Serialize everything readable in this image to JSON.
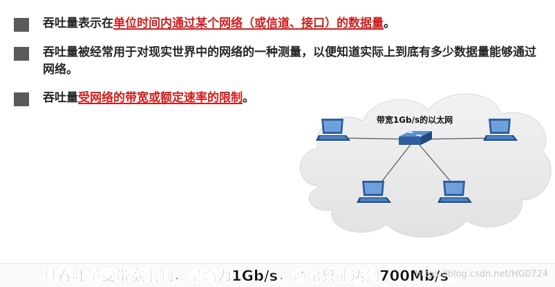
{
  "bullets": [
    {
      "before": "吞吐量表示在",
      "highlight": "单位时间内通过某个网络（或信道、接口）的数据量",
      "after": "。"
    },
    {
      "text": "吞吐量被经常用于对现实世界中的网络的一种测量，以便知道实际上到底有多少数据量能够通过网络。"
    },
    {
      "before": "吞吐量",
      "highlight": "受网络的带宽或额定速率的限制",
      "after": "。"
    }
  ],
  "diagram": {
    "network_label": "带宽1Gb/s的以太网"
  },
  "caption": "其吞吐量受带宽限制，最高为1Gb/s，通常只能达到700Mb/s。",
  "watermark": "https://blog.csdn.net/HG0724",
  "colors": {
    "highlight": "#d01c1c",
    "bullet_square": "#5a5a5a",
    "cloud": "#ececec",
    "laptop": "#3b6fb4",
    "switch": "#2f5f9e"
  }
}
